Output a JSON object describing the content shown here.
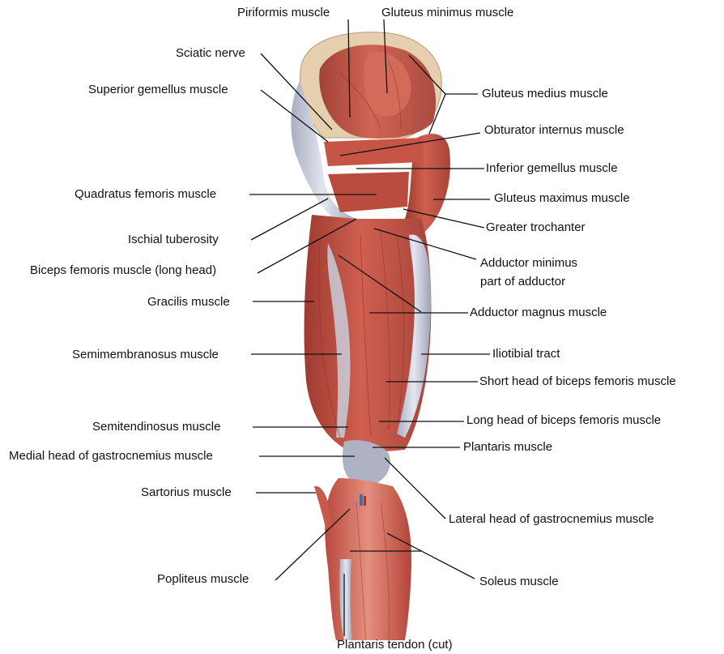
{
  "labels": {
    "piriformis": "Piriformis muscle",
    "gluteus_minimus": "Gluteus minimus muscle",
    "sciatic_nerve": "Sciatic nerve",
    "gluteus_medius": "Gluteus medius muscle",
    "superior_gemellus": "Superior gemellus muscle",
    "obturator_internus": "Obturator internus muscle",
    "inferior_gemellus": "Inferior gemellus muscle",
    "quadratus_femoris": "Quadratus femoris muscle",
    "gluteus_maximus": "Gluteus maximus muscle",
    "greater_trochanter": "Greater trochanter",
    "ischial_tuberosity": "Ischial tuberosity",
    "adductor_minimus_1": "Adductor minimus",
    "adductor_minimus_2": "part of adductor",
    "biceps_long_head": "Biceps femoris muscle (long head)",
    "gracilis": "Gracilis muscle",
    "adductor_magnus": "Adductor magnus muscle",
    "iliotibial_tract": "Iliotibial tract",
    "semimembranosus": "Semimembranosus muscle",
    "short_head_biceps": "Short head of biceps femoris muscle",
    "semitendinosus": "Semitendinosus muscle",
    "long_head_biceps": "Long head of biceps femoris muscle",
    "medial_gastrocnemius": "Medial head of gastrocnemius muscle",
    "plantaris": "Plantaris muscle",
    "sartorius": "Sartorius muscle",
    "lateral_gastrocnemius": "Lateral head of gastrocnemius muscle",
    "popliteus": "Popliteus muscle",
    "soleus": "Soleus muscle",
    "plantaris_tendon": "Plantaris tendon (cut)"
  },
  "colors": {
    "muscle": "#c9574a",
    "muscle_dark": "#9e3a30",
    "muscle_light": "#e08a7a",
    "tendon": "#d9dbe6",
    "tendon_shade": "#a9adc0",
    "bone": "#e9d2b0",
    "leader_line": "#111111"
  }
}
